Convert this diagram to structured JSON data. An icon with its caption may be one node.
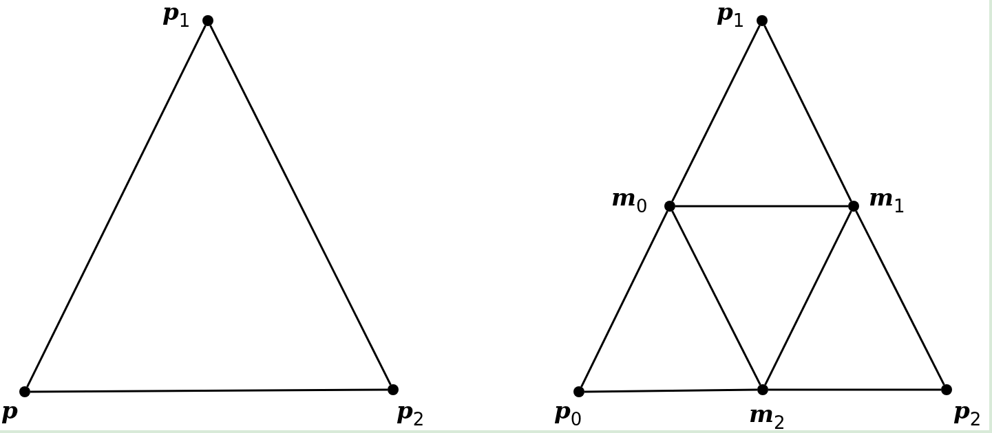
{
  "diagram": {
    "nodes": [
      {
        "text": [
          "*p*$_{1}$"
        ]
      },
      {
        "text": [
          "*p*"
        ]
      },
      {
        "text": [
          "*p*$_{2}$"
        ]
      },
      {
        "text": [
          "*p*$_{1}$"
        ]
      },
      {
        "text": [
          "*m*$_{0}$"
        ]
      },
      {
        "text": [
          "*m*$_{1}$"
        ]
      },
      {
        "text": [
          "*p*$_{0}$"
        ]
      },
      {
        "text": [
          "*m*$_{2}$"
        ]
      },
      {
        "text": [
          "*p*$_{2}$"
        ]
      }
    ],
    "edges": [
      {
        "from": 0,
        "to": 1,
        "arrow": "none"
      },
      {
        "from": 0,
        "to": 2,
        "arrow": "none"
      },
      {
        "from": 1,
        "to": 2,
        "arrow": "none"
      },
      {
        "from": 3,
        "to": 4,
        "arrow": "none"
      },
      {
        "from": 3,
        "to": 5,
        "arrow": "none"
      },
      {
        "from": 4,
        "to": 5,
        "arrow": "none"
      },
      {
        "from": 4,
        "to": 6,
        "arrow": "none"
      },
      {
        "from": 4,
        "to": 7,
        "arrow": "none"
      },
      {
        "from": 5,
        "to": 7,
        "arrow": "none"
      },
      {
        "from": 5,
        "to": 8,
        "arrow": "none"
      },
      {
        "from": 6,
        "to": 7,
        "arrow": "none"
      },
      {
        "from": 7,
        "to": 8,
        "arrow": "none"
      }
    ]
  }
}
